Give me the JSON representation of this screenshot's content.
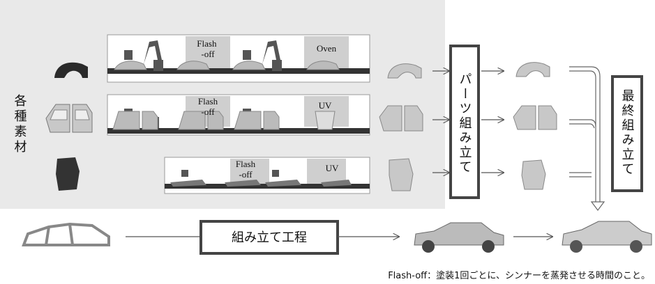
{
  "left_label": "各種素材",
  "parts_assembly_label": "パーツ組み立て",
  "final_assembly_label": "最終組み立て",
  "assembly_process_label": "組み立て工程",
  "footnote": "Flash-off：塗装1回ごとに、シンナーを蒸発させる時間のこと。",
  "rows": [
    {
      "stage_labels": [
        "Flash\n-off",
        "Oven"
      ]
    },
    {
      "stage_labels": [
        "Flash\n-off",
        "UV"
      ]
    },
    {
      "stage_labels": [
        "Flash\n-off",
        "UV"
      ]
    }
  ],
  "colors": {
    "panel_bg": "#e9e9e9",
    "stage_bg": "#d0d0d0",
    "part_dark": "#2a2a2a",
    "part_light": "#c8c8c8",
    "box_border": "#444444"
  }
}
